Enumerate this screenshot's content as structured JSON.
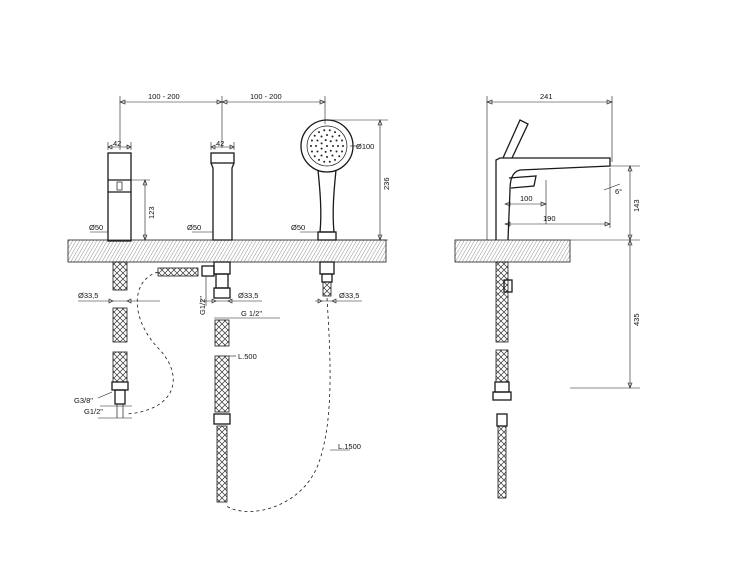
{
  "dims": {
    "spacing_left": "100 - 200",
    "spacing_right": "100 - 200",
    "total_width": "241",
    "left_body_width": "42",
    "mid_body_width": "42",
    "shower_head": "Ø100",
    "height_236": "236",
    "height_123": "123",
    "base_left": "Ø50",
    "base_mid": "Ø50",
    "base_right": "Ø50",
    "pipe_left": "Ø33,5",
    "pipe_mid": "Ø33,5",
    "pipe_right": "Ø33,5",
    "g12_vertical": "G1/2\"",
    "g12_horizontal": "G 1/2\"",
    "g38": "G3/8\"",
    "g12_bottom": "G1/2\"",
    "l500": "L.500",
    "l1500": "L.1500",
    "d100": "100",
    "d190": "190",
    "d143": "143",
    "d435": "435",
    "angle": "6°"
  }
}
